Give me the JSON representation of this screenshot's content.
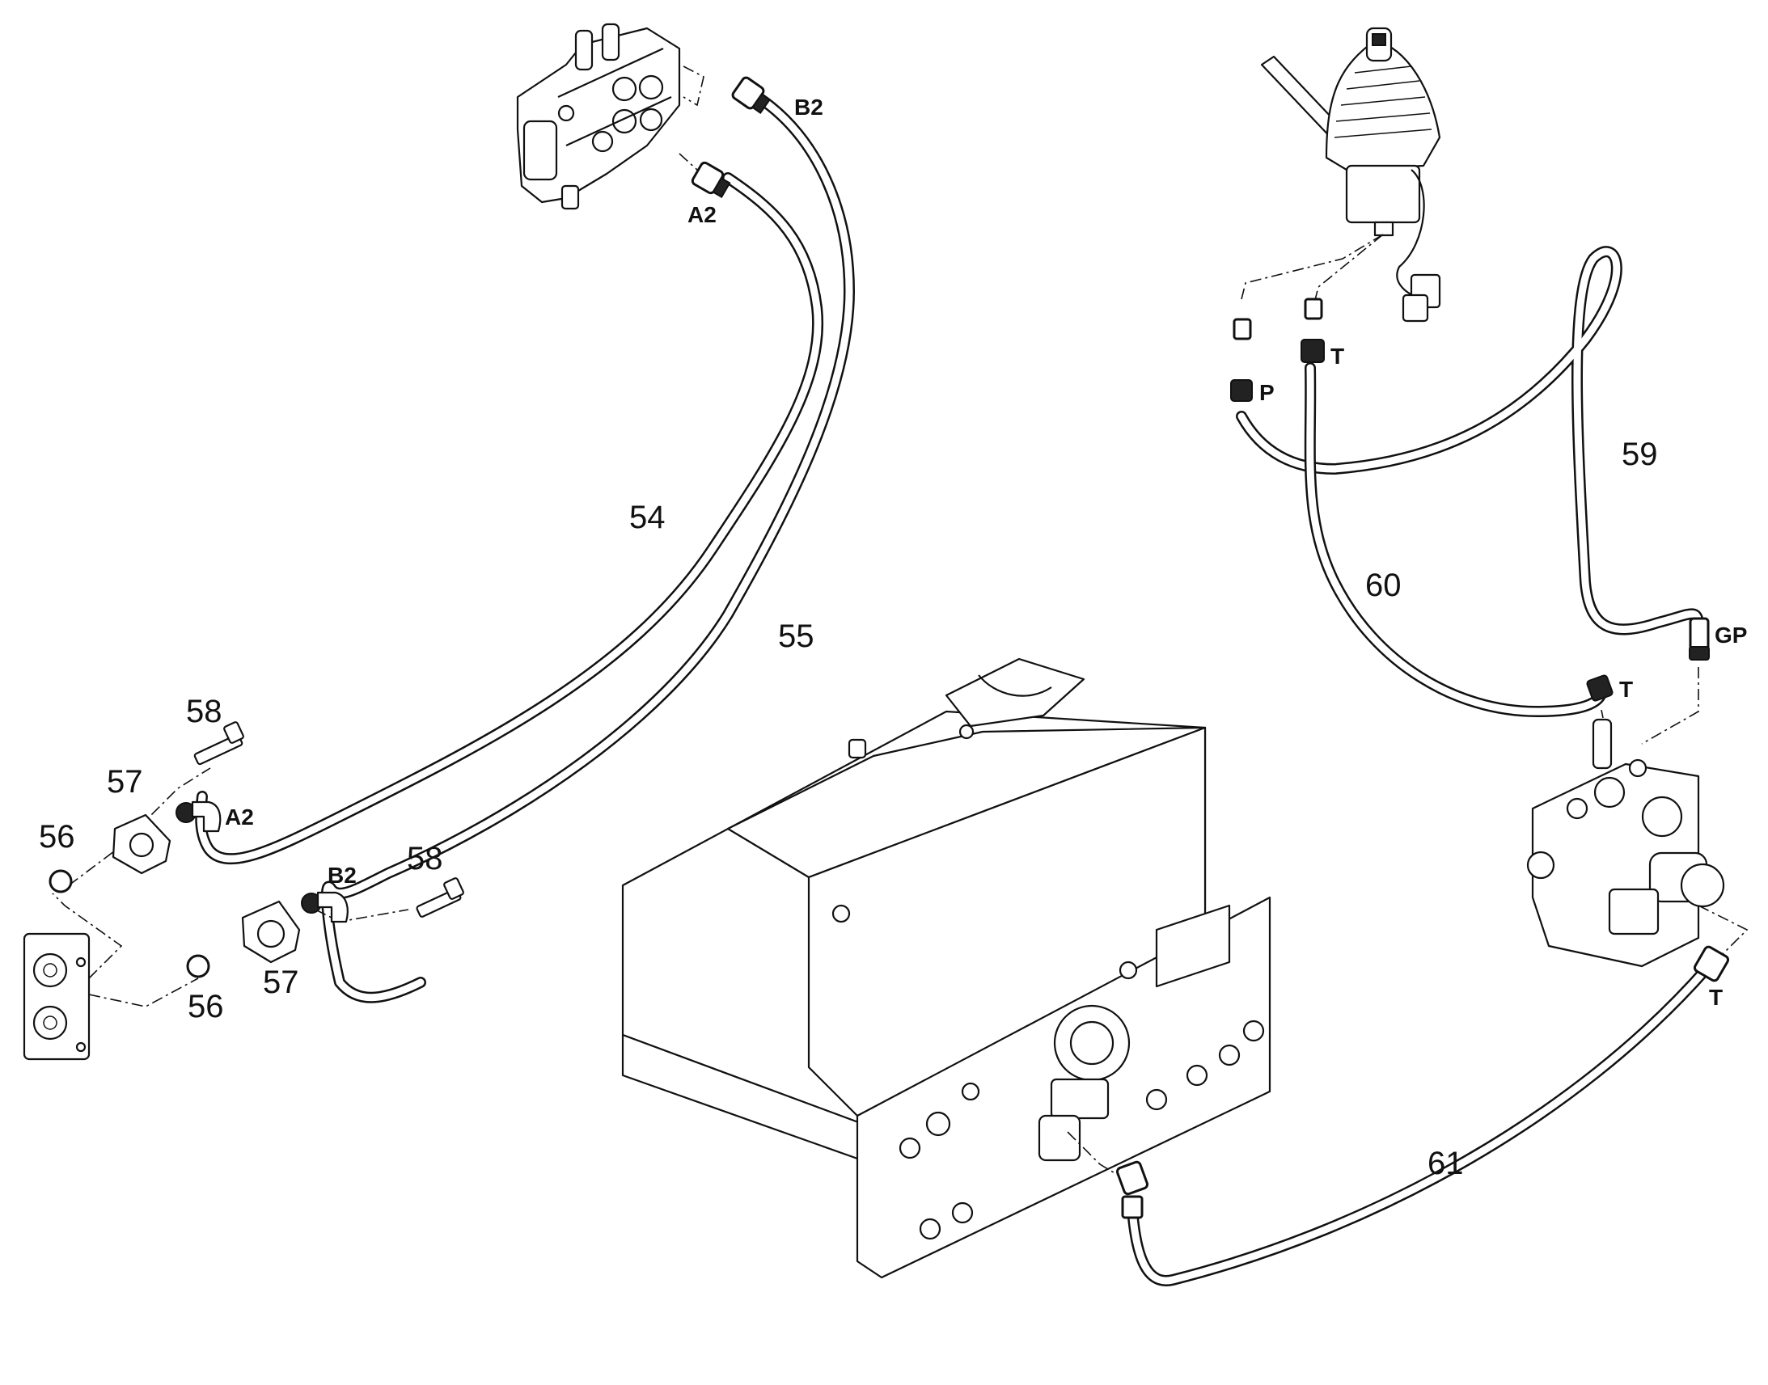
{
  "callouts": {
    "c54": "54",
    "c55": "55",
    "c56a": "56",
    "c56b": "56",
    "c57a": "57",
    "c57b": "57",
    "c58a": "58",
    "c58b": "58",
    "c59": "59",
    "c60": "60",
    "c61": "61"
  },
  "ports": {
    "b2_valve": "B2",
    "a2_valve": "A2",
    "a2_pump": "A2",
    "b2_pump": "B2",
    "p_joystick": "P",
    "t_joystick": "T",
    "t_block": "T",
    "gp_block": "GP",
    "t_hose61": "T"
  }
}
